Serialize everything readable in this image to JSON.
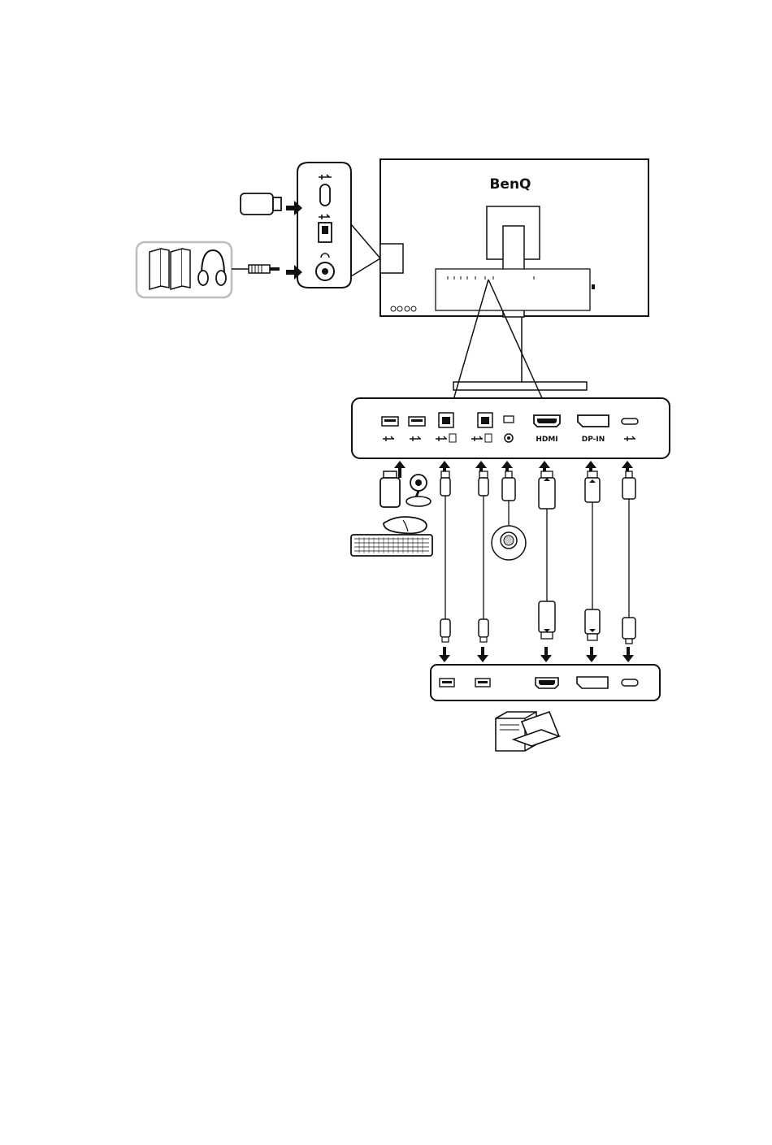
{
  "monitor": {
    "brand": "BenQ"
  },
  "port_labels": {
    "hdmi": "HDMI",
    "dp_in": "DP-IN"
  },
  "colors": {
    "line": "#111111",
    "inset_border": "#bdbdbd",
    "background": "#ffffff"
  },
  "icons": [
    "usb-icon",
    "usb-c-port-icon",
    "usb-a-port-icon",
    "headphone-jack-icon",
    "usb-stick-icon",
    "speakers-icon",
    "headphones-icon",
    "audio-plug-icon",
    "mouse-icon",
    "keyboard-icon",
    "joystick-icon",
    "puck-controller-icon",
    "hdmi-port-icon",
    "displayport-port-icon",
    "computer-icon",
    "laptop-icon",
    "arrow-icon"
  ]
}
